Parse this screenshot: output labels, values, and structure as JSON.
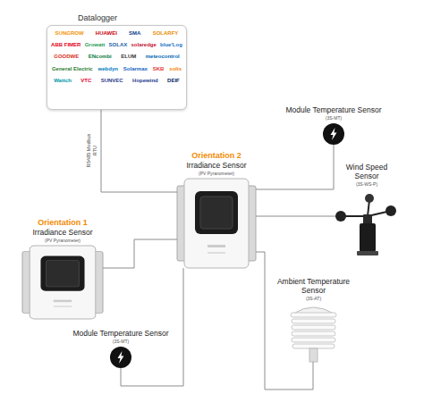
{
  "diagram": {
    "nodes": [
      {
        "text": [
          "Datalogger",
          "SUNGROW",
          "HUAWEI",
          "SMA",
          "SOLARFY",
          "ABB FIMER",
          "Growatt",
          "SOLAX",
          "solaredge",
          "blue'Log",
          "GOODWE",
          "ENcombi",
          "ELUM",
          "meteocontrol",
          "General Electric",
          "webdyn",
          "Solarmax",
          "SKB",
          "solis",
          "Wattch",
          "VTC",
          "SUNVEC",
          "Hopewind",
          "DEIF"
        ]
      },
      {
        "text": [
          "Module Temperature Sensor",
          "(3S-MT)"
        ]
      },
      {
        "text": [
          "Wind Speed Sensor",
          "(3S-WS-P)"
        ]
      },
      {
        "text": [
          "Orientation 2",
          "Irradiance Sensor",
          "(PV Pyranometer)"
        ]
      },
      {
        "text": [
          "Orientation 1",
          "Irradiance Sensor",
          "(PV Pyranometer)"
        ]
      },
      {
        "text": [
          "Ambient Temperature Sensor",
          "(3S-AT)"
        ]
      },
      {
        "text": [
          "Module Temperature Sensor",
          "(3S-MT)"
        ]
      }
    ],
    "edges": [
      {
        "from": 0,
        "to": 3,
        "arrow": "none",
        "label": "RS485 Modbus RTU"
      },
      {
        "from": 3,
        "to": 1,
        "arrow": "none"
      },
      {
        "from": 3,
        "to": 2,
        "arrow": "none"
      },
      {
        "from": 3,
        "to": 4,
        "arrow": "none"
      },
      {
        "from": 3,
        "to": 6,
        "arrow": "none"
      },
      {
        "from": 3,
        "to": 5,
        "arrow": "none"
      }
    ]
  }
}
